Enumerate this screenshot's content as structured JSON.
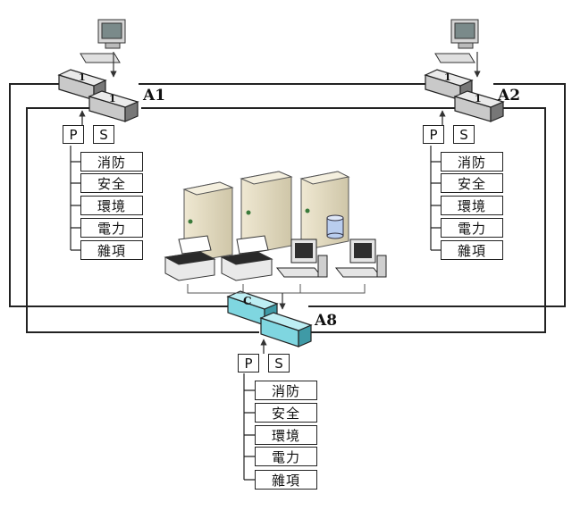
{
  "nodes": {
    "a1": {
      "label": "A1",
      "switch_mark": "1"
    },
    "a2": {
      "label": "A2",
      "switch_mark": "1"
    },
    "a8": {
      "label": "A8",
      "switch_mark": "C"
    }
  },
  "panel_buttons": {
    "p": "P",
    "s": "S"
  },
  "categories": [
    "消防",
    "安全",
    "環境",
    "電力",
    "雜項"
  ],
  "colors": {
    "line": "#222222",
    "a8_switch": "#7fd6e0"
  }
}
